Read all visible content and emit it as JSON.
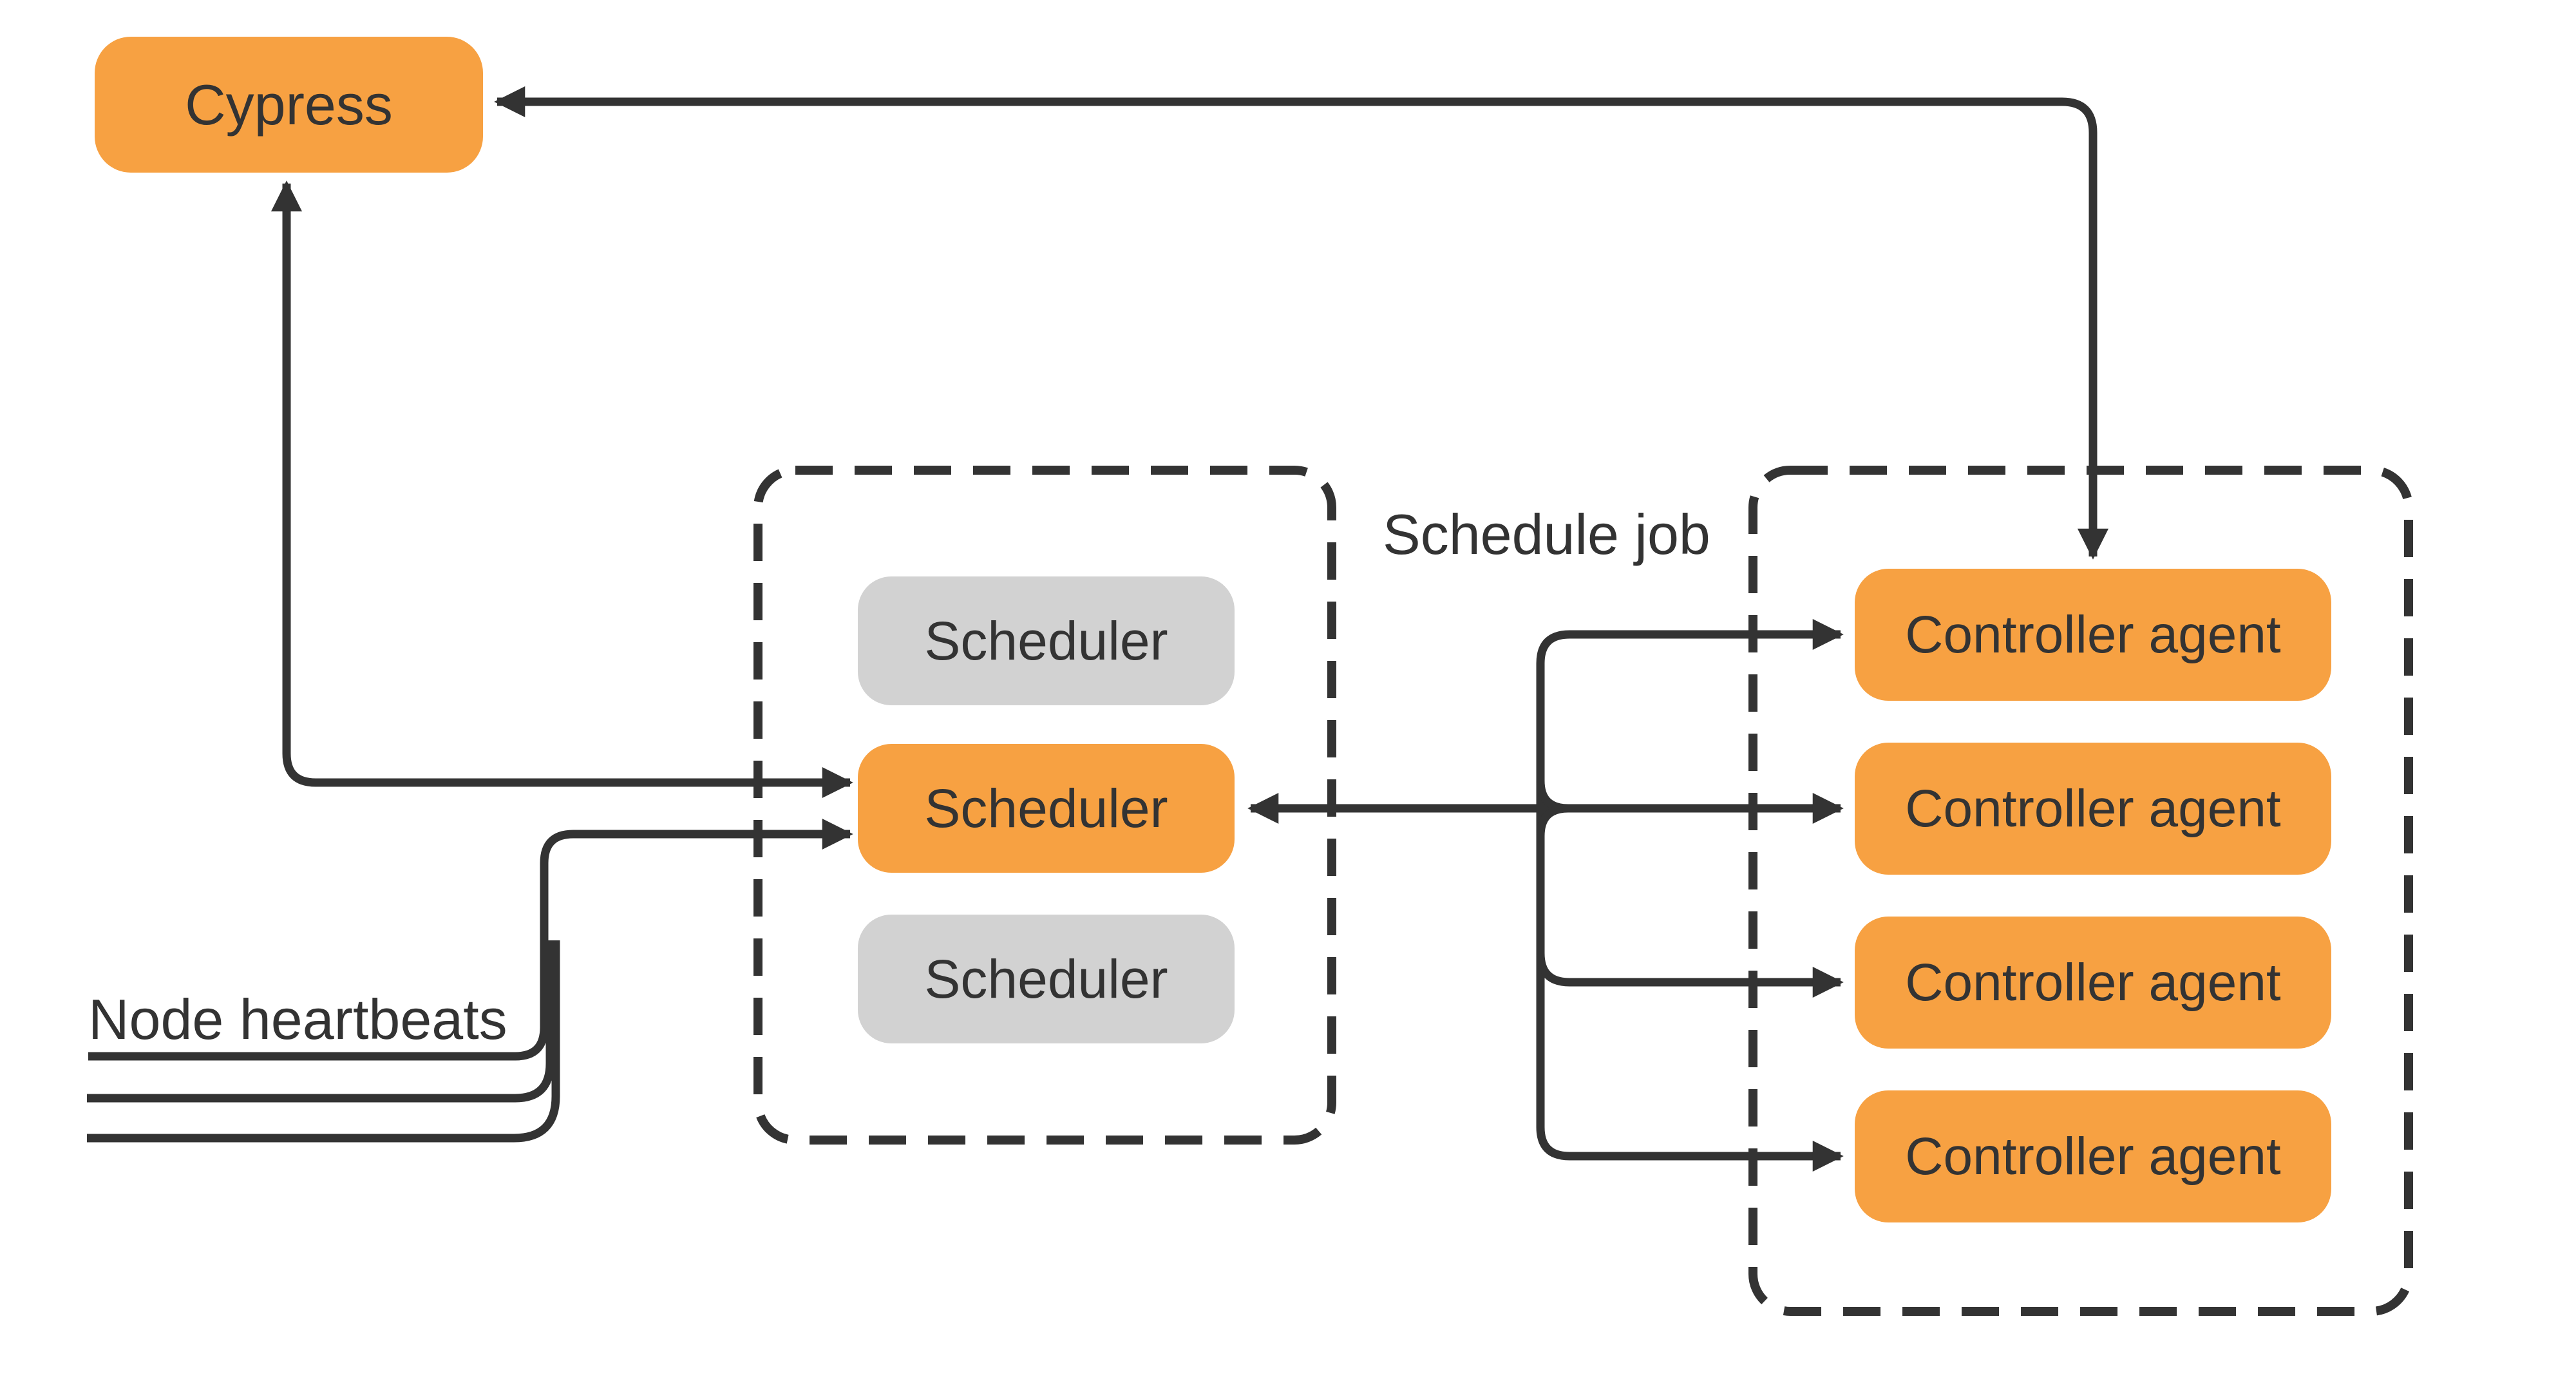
{
  "diagram": {
    "cypress": {
      "label": "Cypress"
    },
    "scheduler_cluster": {
      "schedulers": [
        {
          "label": "Scheduler",
          "state": "standby"
        },
        {
          "label": "Scheduler",
          "state": "active"
        },
        {
          "label": "Scheduler",
          "state": "standby"
        }
      ]
    },
    "controller_cluster": {
      "agents": [
        {
          "label": "Controller agent"
        },
        {
          "label": "Controller agent"
        },
        {
          "label": "Controller agent"
        },
        {
          "label": "Controller agent"
        }
      ]
    },
    "annotations": {
      "schedule_job": "Schedule job",
      "node_heartbeats": "Node heartbeats"
    },
    "colors": {
      "accent": "#F7A142",
      "muted": "#D2D2D2",
      "line": "#333333",
      "bg": "#FFFFFF"
    }
  }
}
